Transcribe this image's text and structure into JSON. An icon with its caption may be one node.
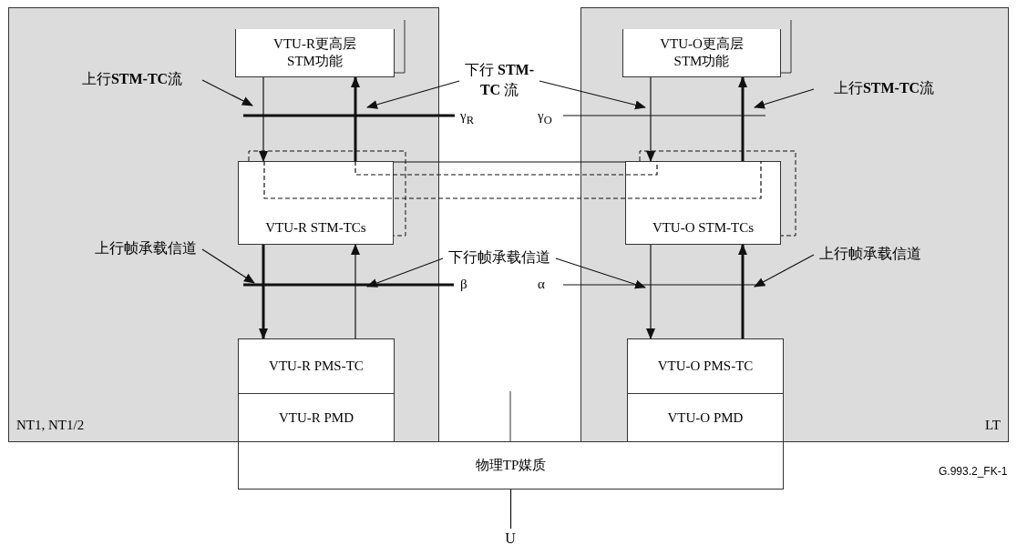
{
  "diagram": {
    "nodes": [
      {
        "text": [
          "NT1, NT1/2"
        ]
      },
      {
        "text": [
          "VTU-R更高层 STM功能"
        ],
        "in": 0
      },
      {
        "text": [
          "VTU-R STM-TCs"
        ],
        "in": 0
      },
      {
        "text": [
          "VTU-R PMS-TC"
        ],
        "in": 0
      },
      {
        "text": [
          "VTU-R PMD"
        ],
        "in": 0
      },
      {
        "text": [
          "LT"
        ]
      },
      {
        "text": [
          "VTU-O更高层 STM功能"
        ],
        "in": 5
      },
      {
        "text": [
          "VTU-O STM-TCs"
        ],
        "in": 5
      },
      {
        "text": [
          "VTU-O PMS-TC"
        ],
        "in": 5
      },
      {
        "text": [
          "VTU-O PMD"
        ],
        "in": 5
      },
      {
        "text": [
          "物理TP媒质"
        ]
      },
      {
        "text": [
          "U"
        ]
      },
      {
        "text": [
          "上行**STM-TC**流"
        ],
        "in": 0
      },
      {
        "text": [
          "下行 **STM-TC** 流"
        ]
      },
      {
        "text": [
          "上行**STM-TC**流"
        ],
        "in": 5
      },
      {
        "text": [
          "上行帧承载信道"
        ],
        "in": 0
      },
      {
        "text": [
          "下行帧承载信道"
        ]
      },
      {
        "text": [
          "上行帧承载信道"
        ],
        "in": 5
      }
    ],
    "edges": [
      {
        "from": 1,
        "to": 2,
        "arrow": "to"
      },
      {
        "from": 2,
        "to": 1,
        "arrow": "to",
        "style": "thick"
      },
      {
        "from": 6,
        "to": 7,
        "arrow": "to"
      },
      {
        "from": 7,
        "to": 6,
        "arrow": "to",
        "style": "thick"
      },
      {
        "from": 2,
        "to": 3,
        "arrow": "to",
        "style": "thick"
      },
      {
        "from": 3,
        "to": 2,
        "arrow": "to"
      },
      {
        "from": 7,
        "to": 8,
        "arrow": "to"
      },
      {
        "from": 8,
        "to": 7,
        "arrow": "to",
        "style": "thick"
      },
      {
        "from": 2,
        "to": 7,
        "arrow": "none",
        "style": "dashed"
      },
      {
        "from": 2,
        "to": 7,
        "arrow": "none",
        "style": "dashed"
      },
      {
        "from": 10,
        "to": 11,
        "arrow": "none"
      },
      {
        "from": 12,
        "to": null,
        "arrow": "to"
      },
      {
        "from": 13,
        "to": null,
        "arrow": "to"
      },
      {
        "from": 13,
        "to": null,
        "arrow": "to"
      },
      {
        "from": 14,
        "to": null,
        "arrow": "to"
      },
      {
        "from": 15,
        "to": null,
        "arrow": "to"
      },
      {
        "from": 16,
        "to": null,
        "arrow": "to"
      },
      {
        "from": 16,
        "to": null,
        "arrow": "to"
      },
      {
        "from": 17,
        "to": null,
        "arrow": "to"
      },
      {
        "from": 2,
        "to": 7,
        "arrow": "none"
      }
    ],
    "labels": [
      "γ$_{R}$",
      "γ$_{O}$",
      "β",
      "α",
      "G.993.2_FK-1"
    ]
  }
}
